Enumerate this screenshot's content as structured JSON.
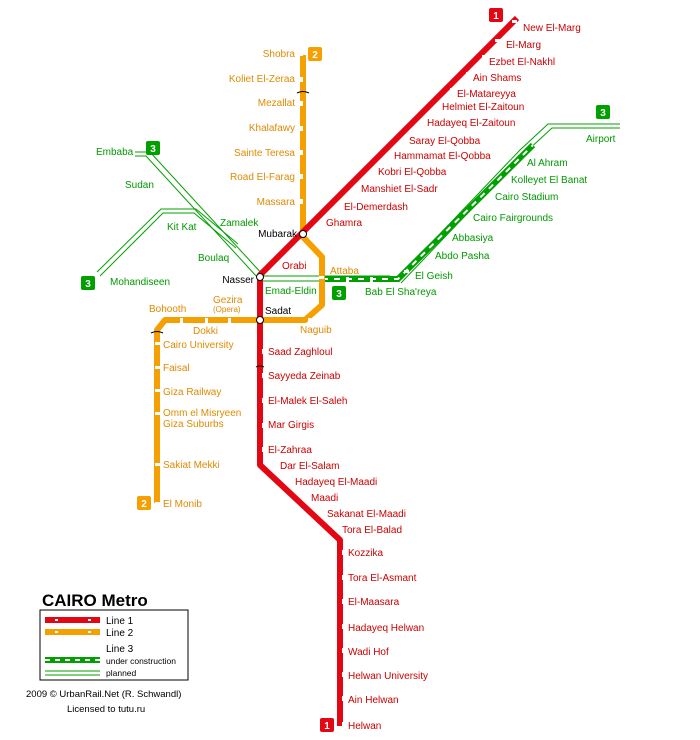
{
  "title": "CAIRO Metro",
  "copyright": "2009 © UrbanRail.Net (R. Schwandl)",
  "license": "Licensed to tutu.ru",
  "colors": {
    "line1": "#e30613",
    "line2": "#f5a000",
    "line3": "#00a000",
    "line3_label": "#009900",
    "line1_label": "#cc0000",
    "line2_label": "#e08a00",
    "line3_text": "#009900"
  },
  "legend": {
    "line1": "Line 1",
    "line2": "Line 2",
    "line3": "Line 3",
    "under_construction": "under construction",
    "planned": "planned"
  },
  "badges": {
    "line1": "1",
    "line2": "2",
    "line3": "3"
  },
  "line1_stations": [
    "New El-Marg",
    "El-Marg",
    "Ezbet El-Nakhl",
    "Ain Shams",
    "El-Matareyya",
    "Helmiet El-Zaitoun",
    "Hadayeq El-Zaitoun",
    "Saray El-Qobba",
    "Hammamat El-Qobba",
    "Kobri El-Qobba",
    "Manshiet El-Sadr",
    "El-Demerdash",
    "Ghamra",
    "Orabi",
    "Saad Zaghloul",
    "Sayyeda Zeinab",
    "El-Malek El-Saleh",
    "Mar Girgis",
    "El-Zahraa",
    "Dar El-Salam",
    "Hadayeq El-Maadi",
    "Maadi",
    "Sakanat El-Maadi",
    "Tora El-Balad",
    "Kozzika",
    "Tora El-Asmant",
    "El-Maasara",
    "Hadayeq Helwan",
    "Wadi Hof",
    "Helwan University",
    "Ain Helwan",
    "Helwan"
  ],
  "line2_stations": [
    "Shobra",
    "Koliet El-Zeraa",
    "Mezallat",
    "Khalafawy",
    "Sainte Teresa",
    "Road El-Farag",
    "Massara",
    "Attaba",
    "Naguib",
    "Gezira",
    "(Opera)",
    "Bohooth",
    "Dokki",
    "Cairo University",
    "Faisal",
    "Giza Railway",
    "Omm el Misryeen",
    "Giza Suburbs",
    "Sakiat Mekki",
    "El Monib"
  ],
  "line3_stations": [
    "Airport",
    "Al Ahram",
    "Kolleyet El Banat",
    "Cairo Stadium",
    "Cairo Fairgrounds",
    "Abbasiya",
    "Abdo Pasha",
    "El Geish",
    "Bab El Sha'reya",
    "Emad-Eldin",
    "Zamalek",
    "Kit Kat",
    "Sudan",
    "Embaba",
    "Boulaq",
    "Mohandiseen"
  ],
  "interchanges": [
    "Mubarak",
    "Nasser",
    "Sadat"
  ]
}
